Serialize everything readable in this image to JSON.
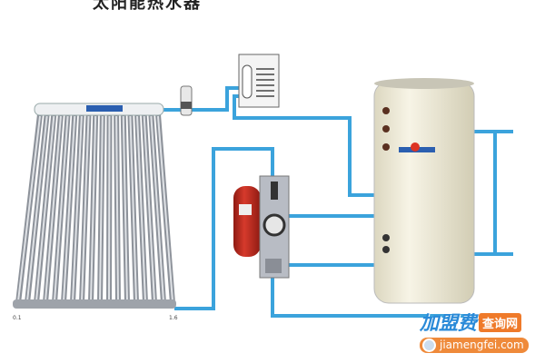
{
  "title": "太阳能热水器",
  "labels": {
    "collector_left": "0.1",
    "collector_right": "1.6"
  },
  "watermark": {
    "brand": "加盟费",
    "tag": "查询网",
    "url": "jiamengfei.com"
  },
  "colors": {
    "pipe": "#3ba3dc",
    "tank": "#f2eedb",
    "expansion_tank": "#c8281e",
    "pump_station": "#b8bcc4"
  }
}
